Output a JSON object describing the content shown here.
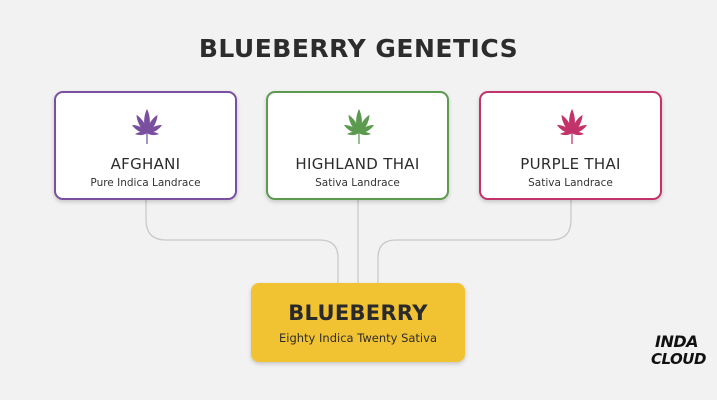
{
  "title": "BLUEBERRY GENETICS",
  "parents": [
    {
      "name": "AFGHANI",
      "subtitle": "Pure Indica Landrace",
      "color": "#7b4fa0",
      "icon": "cannabis-leaf-icon"
    },
    {
      "name": "HIGHLAND THAI",
      "subtitle": "Sativa Landrace",
      "color": "#5c9a50",
      "icon": "cannabis-leaf-icon"
    },
    {
      "name": "PURPLE THAI",
      "subtitle": "Sativa Landrace",
      "color": "#c2336a",
      "icon": "cannabis-leaf-icon"
    }
  ],
  "result": {
    "name": "BLUEBERRY",
    "subtitle": "Eighty Indica Twenty Sativa",
    "color": "#f1c232"
  },
  "logo": {
    "line1": "INDA",
    "line2": "CLOUD"
  },
  "connector_color": "#c9c9c9"
}
